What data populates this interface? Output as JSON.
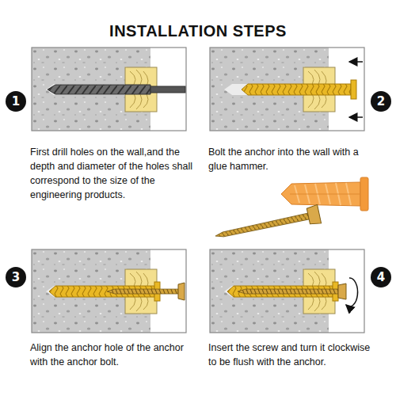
{
  "diagram": {
    "title": "INSTALLATION STEPS",
    "nodes": [
      {
        "text": [
          "1"
        ]
      },
      {
        "text": [
          "2"
        ]
      },
      {
        "text": [
          "3"
        ]
      },
      {
        "text": [
          "4"
        ]
      }
    ],
    "labels": [
      "First drill holes on the wall,and the depth and diameter of the holes shall correspond to the size of the engineering products.",
      "Bolt the anchor into the wall with a glue hammer.",
      "Align the anchor hole of the anchor with the anchor bolt.",
      "Insert the screw and turn it clockwise to be flush with the anchor."
    ]
  }
}
